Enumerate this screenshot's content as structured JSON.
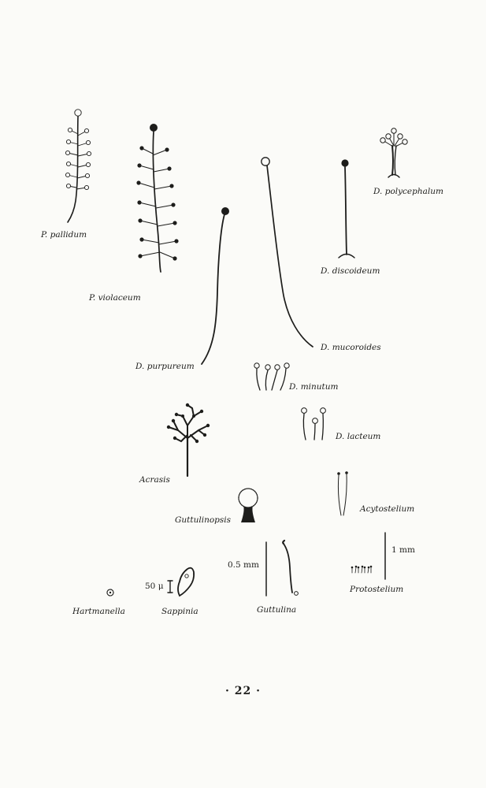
{
  "labels": {
    "p_pallidum": "P. pallidum",
    "p_violaceum": "P. violaceum",
    "d_purpureum": "D. purpureum",
    "d_mucoroides": "D. mucoroides",
    "d_discoideum": "D. discoideum",
    "d_polycephalum": "D. polycephalum",
    "d_minutum": "D. minutum",
    "d_lacteum": "D. lacteum",
    "acrasis": "Acrasis",
    "guttulinopsis": "Guttulinopsis",
    "acytostelium": "Acytostelium",
    "protostelium": "Protostelium",
    "hartmanella": "Hartmanella",
    "sappinia": "Sappinia",
    "guttulina": "Guttulina"
  },
  "scales": {
    "micron50": "50 μ",
    "mm05": "0.5 mm",
    "mm1": "1 mm"
  },
  "page_number": "· 22 ·",
  "colors": {
    "ink": "#1d1d1b",
    "paper": "#fbfbf8"
  }
}
